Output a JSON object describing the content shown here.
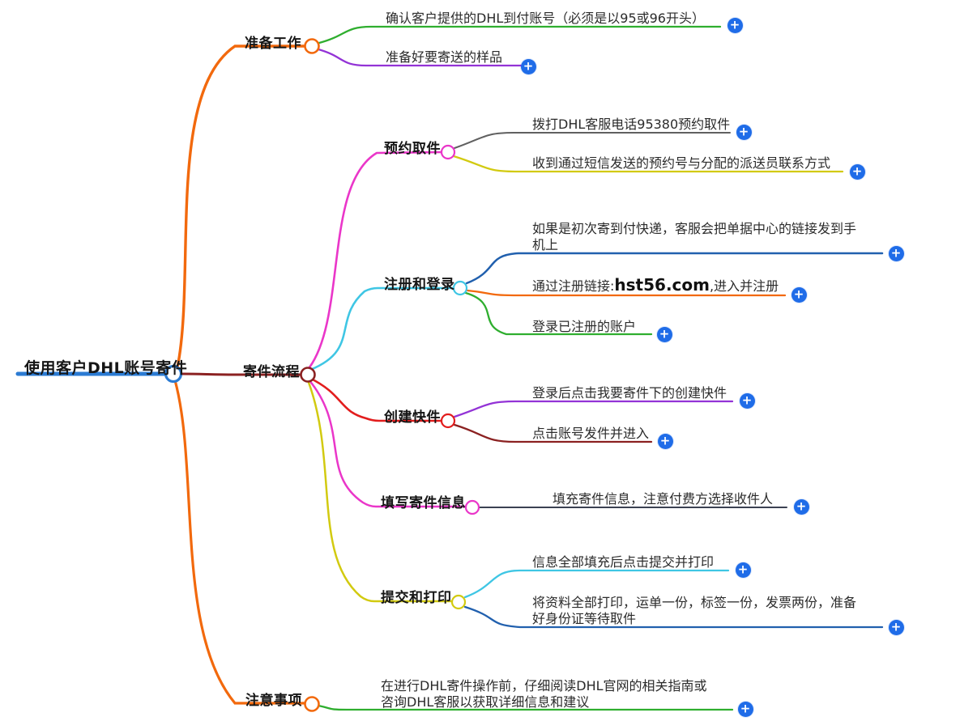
{
  "root": {
    "label": "使用客户DHL账号寄件"
  },
  "branches": {
    "prep": {
      "label": "准备工作"
    },
    "process": {
      "label": "寄件流程"
    },
    "notes": {
      "label": "注意事项"
    }
  },
  "subtopics": {
    "appointment": {
      "label": "预约取件"
    },
    "register": {
      "label": "注册和登录"
    },
    "create": {
      "label": "创建快件"
    },
    "fill": {
      "label": "填写寄件信息"
    },
    "submit": {
      "label": "提交和打印"
    }
  },
  "leaves": {
    "confirm_account": {
      "lines": [
        "确认客户提供的DHL到付账号（必须是以95或96开头）"
      ]
    },
    "prepare_samples": {
      "lines": [
        "准备好要寄送的样品"
      ]
    },
    "call_hotline": {
      "lines": [
        "拨打DHL客服电话95380预约取件"
      ]
    },
    "sms_info": {
      "lines": [
        "收到通过短信发送的预约号与分配的派送员联系方式"
      ]
    },
    "first_time": {
      "lines": [
        "如果是初次寄到付快递，客服会把单据中心的链接发到手",
        "机上"
      ]
    },
    "register_link": {
      "prefix": "通过注册链接:",
      "link": "hst56.com",
      "suffix": ",进入并注册"
    },
    "login_account": {
      "lines": [
        "登录已注册的账户"
      ]
    },
    "create_shipment": {
      "lines": [
        "登录后点击我要寄件下的创建快件"
      ]
    },
    "account_ship": {
      "lines": [
        "点击账号发件并进入"
      ]
    },
    "fill_info": {
      "lines": [
        "填充寄件信息，注意付费方选择收件人"
      ]
    },
    "submit_print": {
      "lines": [
        "信息全部填充后点击提交并打印"
      ]
    },
    "print_docs": {
      "lines": [
        "将资料全部打印，运单一份，标签一份，发票两份，准备",
        "好身份证等待取件"
      ]
    },
    "read_guide": {
      "lines": [
        "在进行DHL寄件操作前，仔细阅读DHL官网的相关指南或",
        "咨询DHL客服以获取详细信息和建议"
      ]
    }
  },
  "colors": {
    "root_blue": "#2b7bd3",
    "orange": "#f2690d",
    "maroon": "#8b2121",
    "magenta": "#ea36c9",
    "cyan": "#3fc6e4",
    "red": "#e21d1d",
    "yellow": "#d2ca10",
    "green": "#2fae2f",
    "purple": "#9333d6",
    "gray": "#606060",
    "blue": "#2160ae",
    "dark_navy": "#3b4152",
    "plus_blue": "#1f6ce8",
    "node_fill": "#ffffff"
  },
  "ui": {
    "plus_label": "+"
  }
}
